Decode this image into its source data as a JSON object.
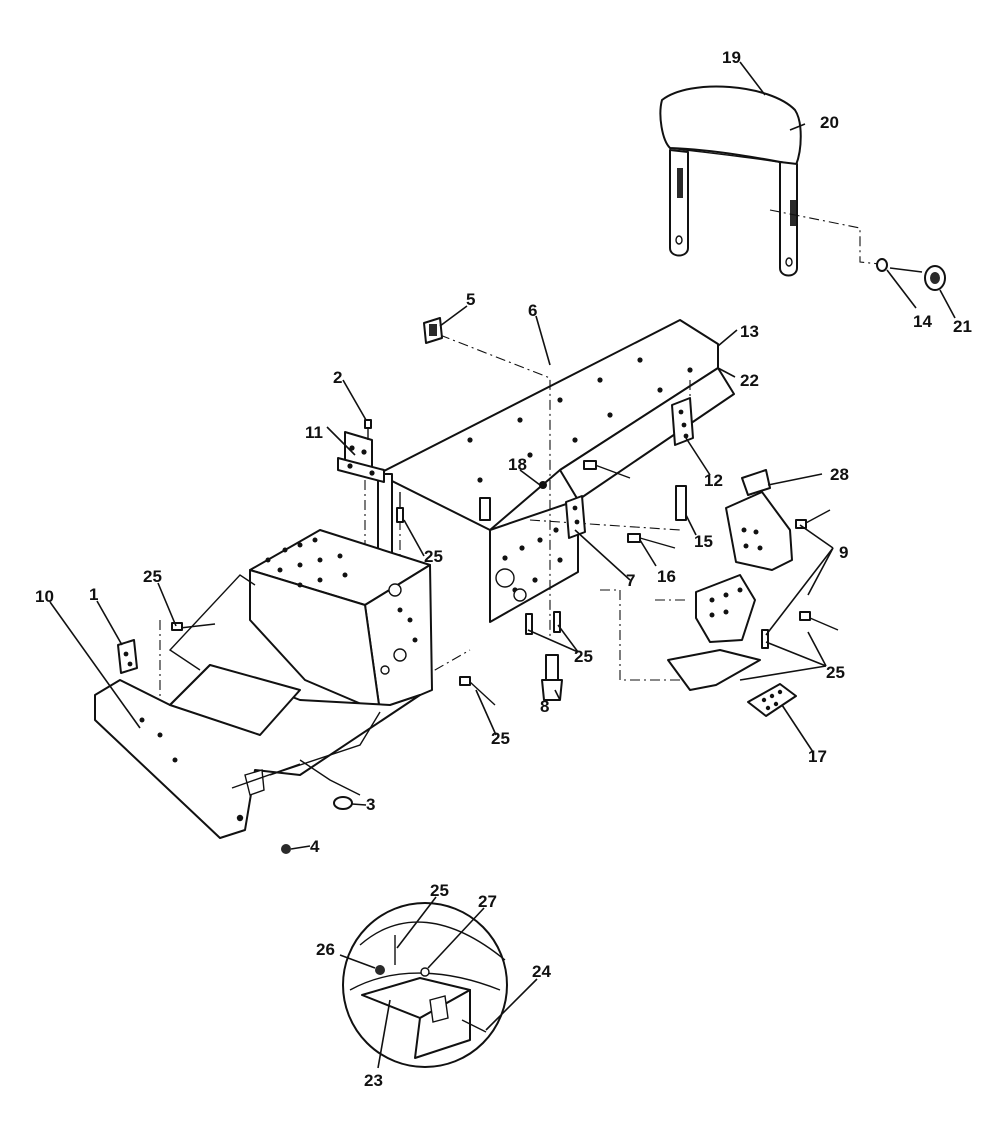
{
  "diagram": {
    "colors": {
      "ink": "#111111",
      "paper": "#ffffff"
    },
    "callouts": [
      {
        "id": "c19",
        "text": "19"
      },
      {
        "id": "c20",
        "text": "20"
      },
      {
        "id": "c14",
        "text": "14"
      },
      {
        "id": "c21",
        "text": "21"
      },
      {
        "id": "c5",
        "text": "5"
      },
      {
        "id": "c6",
        "text": "6"
      },
      {
        "id": "c13",
        "text": "13"
      },
      {
        "id": "c22",
        "text": "22"
      },
      {
        "id": "c2",
        "text": "2"
      },
      {
        "id": "c11",
        "text": "11"
      },
      {
        "id": "c12",
        "text": "12"
      },
      {
        "id": "c18",
        "text": "18"
      },
      {
        "id": "c28",
        "text": "28"
      },
      {
        "id": "c15",
        "text": "15"
      },
      {
        "id": "c9",
        "text": "9"
      },
      {
        "id": "c25a",
        "text": "25"
      },
      {
        "id": "c7",
        "text": "7"
      },
      {
        "id": "c16",
        "text": "16"
      },
      {
        "id": "c25b",
        "text": "25"
      },
      {
        "id": "c10",
        "text": "10"
      },
      {
        "id": "c1",
        "text": "1"
      },
      {
        "id": "c25c",
        "text": "25"
      },
      {
        "id": "c25d",
        "text": "25"
      },
      {
        "id": "c8",
        "text": "8"
      },
      {
        "id": "c25e",
        "text": "25"
      },
      {
        "id": "c17",
        "text": "17"
      },
      {
        "id": "c3",
        "text": "3"
      },
      {
        "id": "c4",
        "text": "4"
      },
      {
        "id": "c25f",
        "text": "25"
      },
      {
        "id": "c27",
        "text": "27"
      },
      {
        "id": "c26",
        "text": "26"
      },
      {
        "id": "c24",
        "text": "24"
      },
      {
        "id": "c23",
        "text": "23"
      }
    ]
  }
}
